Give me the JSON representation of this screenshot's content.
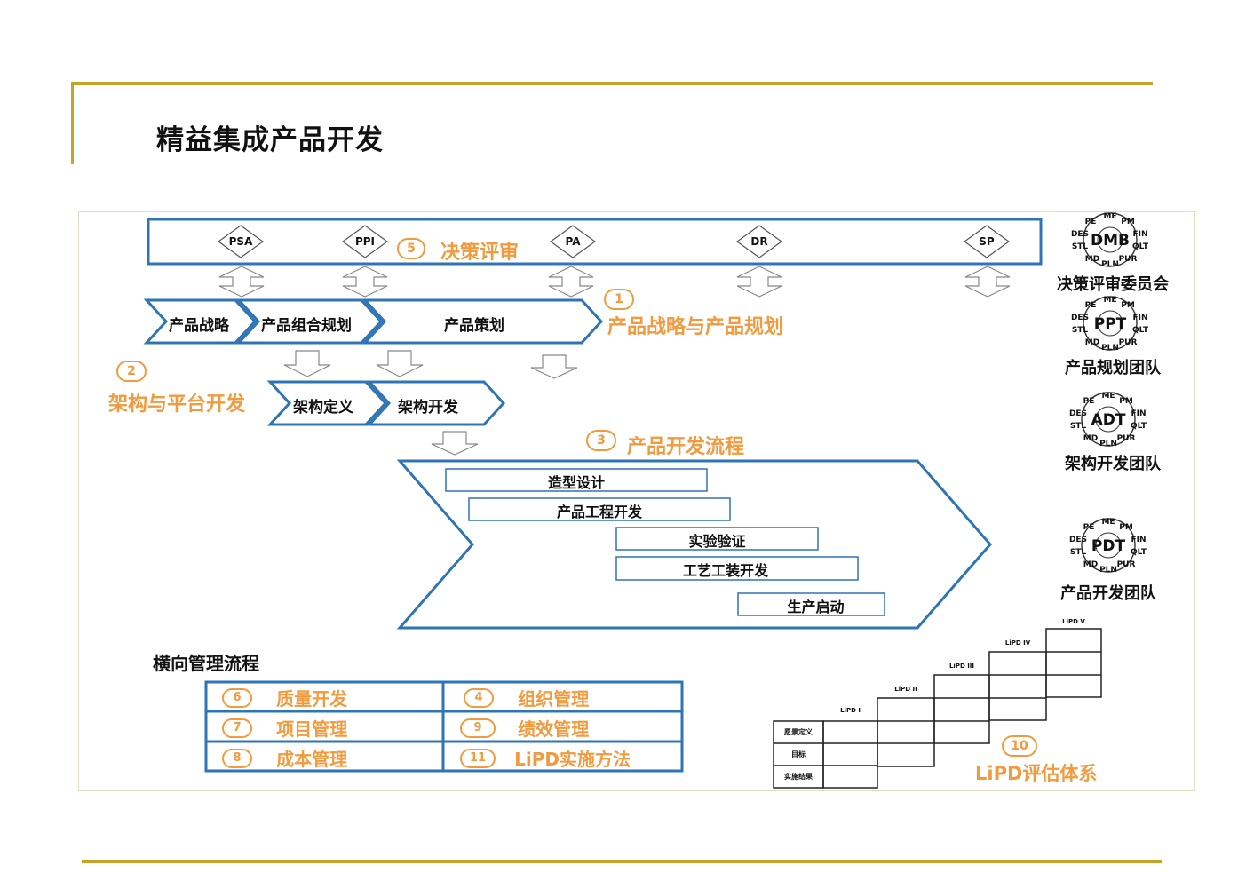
{
  "page_title": "精益集成产品开发",
  "decision_review": {
    "badge": "5",
    "label": "决策评审",
    "gates": [
      "PSA",
      "PPI",
      "PA",
      "DR",
      "SP"
    ]
  },
  "strategy": {
    "badge": "1",
    "label": "产品战略与产品规划",
    "chevrons": [
      "产品战略",
      "产品组合规划",
      "产品策划"
    ]
  },
  "architecture": {
    "badge": "2",
    "label": "架构与平台开发",
    "chevrons": [
      "架构定义",
      "架构开发"
    ]
  },
  "development": {
    "badge": "3",
    "label": "产品开发流程",
    "tasks": [
      "造型设计",
      "产品工程开发",
      "实验验证",
      "工艺工装开发",
      "生产启动"
    ]
  },
  "teams": [
    {
      "abbr": "DMB",
      "label": "决策评审委员会"
    },
    {
      "abbr": "PPT",
      "label": "产品规划团队"
    },
    {
      "abbr": "ADT",
      "label": "架构开发团队"
    },
    {
      "abbr": "PDT",
      "label": "产品开发团队"
    }
  ],
  "team_roles": [
    "PE",
    "ME",
    "PM",
    "FIN",
    "QLT",
    "PUR",
    "PLN",
    "MD",
    "STL",
    "DES"
  ],
  "horizontal": {
    "title": "横向管理流程",
    "items": [
      {
        "num": "6",
        "label": "质量开发"
      },
      {
        "num": "4",
        "label": "组织管理"
      },
      {
        "num": "7",
        "label": "项目管理"
      },
      {
        "num": "9",
        "label": "绩效管理"
      },
      {
        "num": "8",
        "label": "成本管理"
      },
      {
        "num": "11",
        "label": "LiPD实施方法"
      }
    ]
  },
  "lipd": {
    "badge": "10",
    "label": "LiPD评估体系",
    "row_labels": [
      "愿景定义",
      "目标",
      "实施结果"
    ],
    "levels": [
      "LiPD I",
      "LiPD II",
      "LiPD III",
      "LiPD IV",
      "LiPD V"
    ]
  },
  "colors": {
    "blue": "#2f74b5",
    "orange": "#f19a3e",
    "gold": "#c9a227"
  }
}
